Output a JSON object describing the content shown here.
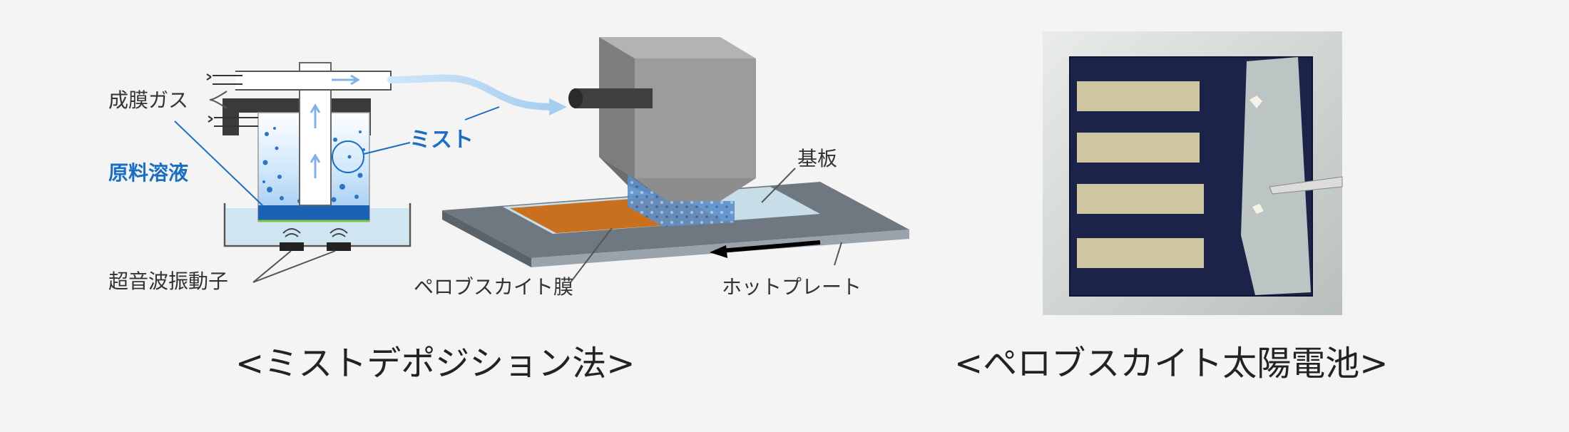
{
  "diagram": {
    "labels": {
      "film_gas": "成膜ガス",
      "mist": "ミスト",
      "raw_solution": "原料溶液",
      "ultrasonic": "超音波振動子",
      "substrate": "基板",
      "perovskite_film": "ペロブスカイト膜",
      "hot_plate": "ホットプレート"
    },
    "captions": {
      "method": "<ミストデポジション法>",
      "cell": "<ペロブスカイト太陽電池>"
    }
  },
  "colors": {
    "label_blue": "#1a6fc0",
    "mist_blue": "#a9cff0",
    "film_orange": "#c8701e",
    "plate_gray": "#6f7880",
    "head_gray": "#8a8a8a",
    "cell_navy": "#1b2448",
    "electrode_gold": "#cfc7a4"
  }
}
